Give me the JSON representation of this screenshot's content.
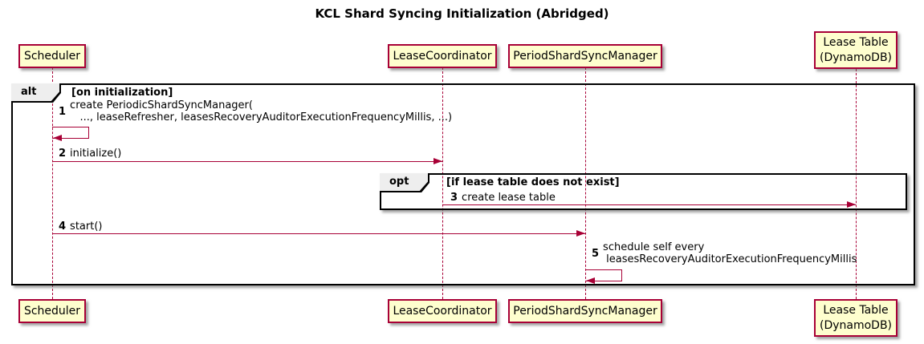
{
  "title": "KCL Shard Syncing Initialization (Abridged)",
  "participants": [
    {
      "id": "scheduler",
      "label": "Scheduler"
    },
    {
      "id": "lease-coordinator",
      "label": "LeaseCoordinator"
    },
    {
      "id": "period-shard-sync-manager",
      "label": "PeriodShardSyncManager"
    },
    {
      "id": "lease-table",
      "label": "Lease Table\n(DynamoDB)"
    }
  ],
  "frames": [
    {
      "keyword": "alt",
      "condition": "[on initialization]"
    },
    {
      "keyword": "opt",
      "condition": "[if lease table does not exist]"
    }
  ],
  "messages": [
    {
      "num": "1",
      "text": "create PeriodicShardSyncManager(\n   ..., leaseRefresher, leasesRecoveryAuditorExecutionFrequencyMillis, ...)",
      "from": "Scheduler",
      "to": "Scheduler",
      "kind": "self"
    },
    {
      "num": "2",
      "text": "initialize()",
      "from": "Scheduler",
      "to": "LeaseCoordinator",
      "kind": "arrow"
    },
    {
      "num": "3",
      "text": "create lease table",
      "from": "LeaseCoordinator",
      "to": "Lease Table (DynamoDB)",
      "kind": "arrow"
    },
    {
      "num": "4",
      "text": "start()",
      "from": "Scheduler",
      "to": "PeriodShardSyncManager",
      "kind": "arrow"
    },
    {
      "num": "5",
      "text": "schedule self every\n leasesRecoveryAuditorExecutionFrequencyMillis",
      "from": "PeriodShardSyncManager",
      "to": "PeriodShardSyncManager",
      "kind": "self"
    }
  ],
  "colors": {
    "participant_fill": "#FEFECE",
    "participant_border": "#A80036",
    "arrow": "#A80036",
    "lifeline": "#A80036",
    "frame_border": "#000000",
    "frame_label_fill": "#EEEEEE",
    "background": "#FFFFFF",
    "text": "#000000"
  }
}
